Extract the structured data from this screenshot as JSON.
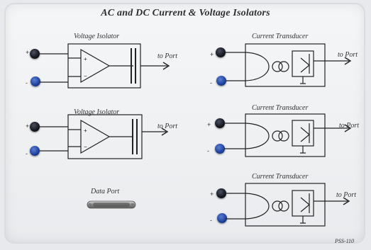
{
  "panel": {
    "title": "AC and DC Current & Voltage Isolators",
    "model_number": "PSS-110"
  },
  "voltage_isolators": [
    {
      "label": "Voltage Isolator",
      "output_label": "to Port",
      "plus": "+",
      "minus": "-"
    },
    {
      "label": "Voltage Isolator",
      "output_label": "to Port",
      "plus": "+",
      "minus": "-"
    }
  ],
  "current_transducers": [
    {
      "label": "Current Transducer",
      "output_label": "to Port",
      "plus": "+",
      "minus": "-"
    },
    {
      "label": "Current Transducer",
      "output_label": "to Port",
      "plus": "+",
      "minus": "-"
    },
    {
      "label": "Current Transducer",
      "output_label": "to Port",
      "plus": "+",
      "minus": "-"
    }
  ],
  "data_port": {
    "label": "Data Port"
  },
  "colors": {
    "plus_jack": "#14161f",
    "minus_jack": "#1d3f9a"
  }
}
